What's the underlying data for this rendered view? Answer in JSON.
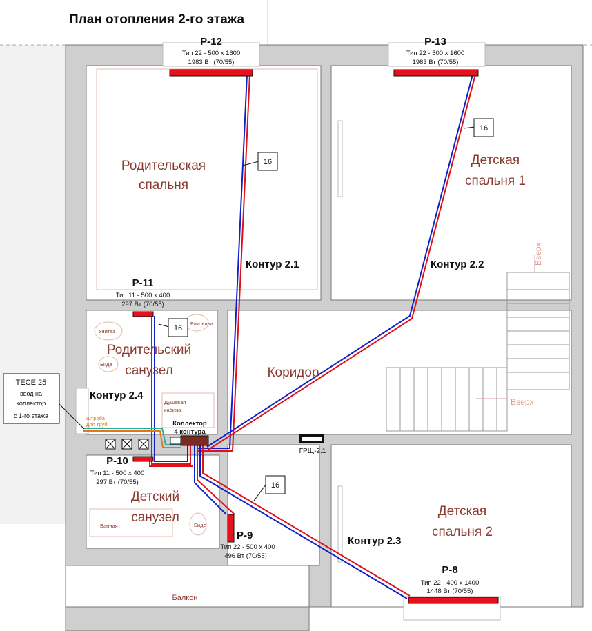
{
  "title": "План отопления 2-го этажа",
  "rooms": {
    "parents_bedroom_1": "Родительская",
    "parents_bedroom_2": "спальня",
    "kids_bedroom1_1": "Детская",
    "kids_bedroom1_2": "спальня 1",
    "parents_bath_1": "Родительский",
    "parents_bath_2": "санузел",
    "corridor": "Коридор",
    "kids_bath_1": "Детский",
    "kids_bath_2": "санузел",
    "kids_bedroom2_1": "Детская",
    "kids_bedroom2_2": "спальня 2",
    "balcony": "Балкон"
  },
  "radiators": [
    {
      "id": "Р-12",
      "type": "Тип 22 - 500 x 1600",
      "power": "1983 Вт (70/55)"
    },
    {
      "id": "Р-13",
      "type": "Тип 22 - 500 x 1600",
      "power": "1983 Вт (70/55)"
    },
    {
      "id": "Р-11",
      "type": "Тип 11 - 500 x 400",
      "power": "297 Вт (70/55)"
    },
    {
      "id": "Р-10",
      "type": "Тип 11 - 500 x 400",
      "power": "297 Вт (70/55)"
    },
    {
      "id": "Р-9",
      "type": "Тип 22 - 500 x 400",
      "power": "496 Вт (70/55)"
    },
    {
      "id": "Р-8",
      "type": "Тип 22 - 400 x 1400",
      "power": "1448 Вт (70/55)"
    }
  ],
  "circuits": {
    "c21": "Контур 2.1",
    "c22": "Контур 2.2",
    "c23": "Контур 2.3",
    "c24": "Контур 2.4"
  },
  "pipe_tag": "16",
  "collector": {
    "line1": "Коллектор",
    "line2": "4 контура"
  },
  "tece": {
    "line1": "TECE 25",
    "line2": "ввод на",
    "line3": "коллектор",
    "line4": "с 1-го этажа"
  },
  "shaft": {
    "line1": "Штроба",
    "line2": "для труб"
  },
  "grsch": "ГРЩ-2.1",
  "stairs_up": "Вверх",
  "fixtures": {
    "unitaz": "Унитаз",
    "rakovina": "Раковина",
    "bide": "Биде",
    "shower1": "Душевая",
    "shower2": "кабина",
    "vanna": "Ванная"
  },
  "colors": {
    "supply": "#e0101a",
    "return": "#1020c8",
    "wall": "#cfcfcf",
    "radiator": "#e8101a",
    "room_text": "#8b3a2f"
  }
}
